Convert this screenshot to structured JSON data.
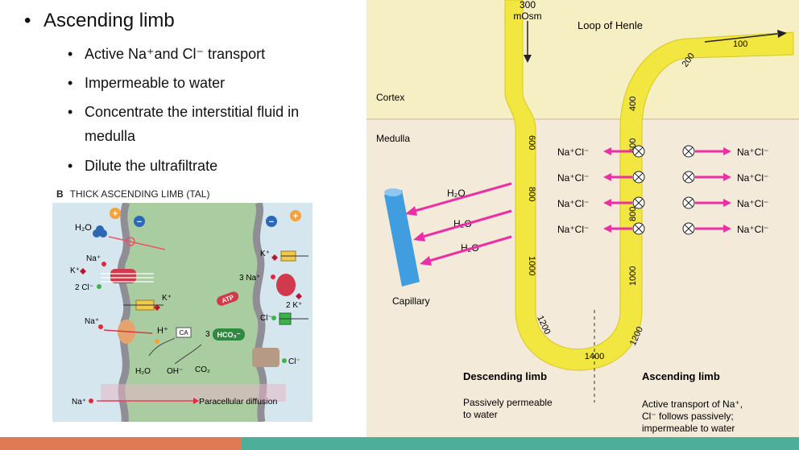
{
  "left": {
    "heading": "Ascending limb",
    "bullets": [
      "Active Na⁺and Cl⁻ transport",
      "Impermeable to water",
      "Concentrate the interstitial fluid in",
      "medulla",
      "Dilute the ultrafiltrate"
    ],
    "tal": {
      "letter": "B",
      "title": "THICK ASCENDING LIMB (TAL)",
      "h2o": "H₂O",
      "na": "Na⁺",
      "k": "K⁺",
      "two_cl": "2 Cl⁻",
      "k_right": "K⁺",
      "three_na": "3 Na⁺",
      "atp": "ATP",
      "two_k": "2 K⁺",
      "cl_right": "Cl⁻",
      "h_plus": "H⁺",
      "ca": "CA",
      "three": "3",
      "hco3": "HCO₃⁻",
      "h2o_bottom": "H₂O",
      "oh": "OH⁻",
      "co2": "CO₂",
      "cl_bottom": "Cl⁻",
      "na_bottom": "Na⁺",
      "paracellular": "Paracellular diffusion",
      "plus": "+",
      "minus": "−"
    }
  },
  "right": {
    "osm_top": "300",
    "osm_unit": "mOsm",
    "loop_title": "Loop of Henle",
    "cortex": "Cortex",
    "medulla": "Medulla",
    "capillary": "Capillary",
    "water": "H₂O",
    "nacl": "Na⁺Cl⁻",
    "desc_values": [
      "600",
      "800",
      "1000",
      "1200"
    ],
    "bottom_value": "1400",
    "asc_values": [
      "1200",
      "1000",
      "800",
      "600",
      "400",
      "200",
      "100"
    ],
    "desc_title": "Descending limb",
    "desc_text": [
      "Passively permeable",
      "to water"
    ],
    "asc_title": "Ascending limb",
    "asc_text": [
      "Active transport of Na⁺,",
      "Cl⁻ follows passively;",
      "impermeable to water"
    ]
  },
  "colors": {
    "loop_yellow": "#f2e640",
    "cortex_bg": "#f6efc3",
    "medulla_bg": "#f4ead9",
    "magenta": "#ec2fa4",
    "capillary_blue": "#3f9de0",
    "bar_orange": "#e07a55",
    "bar_teal": "#4dae9a"
  }
}
